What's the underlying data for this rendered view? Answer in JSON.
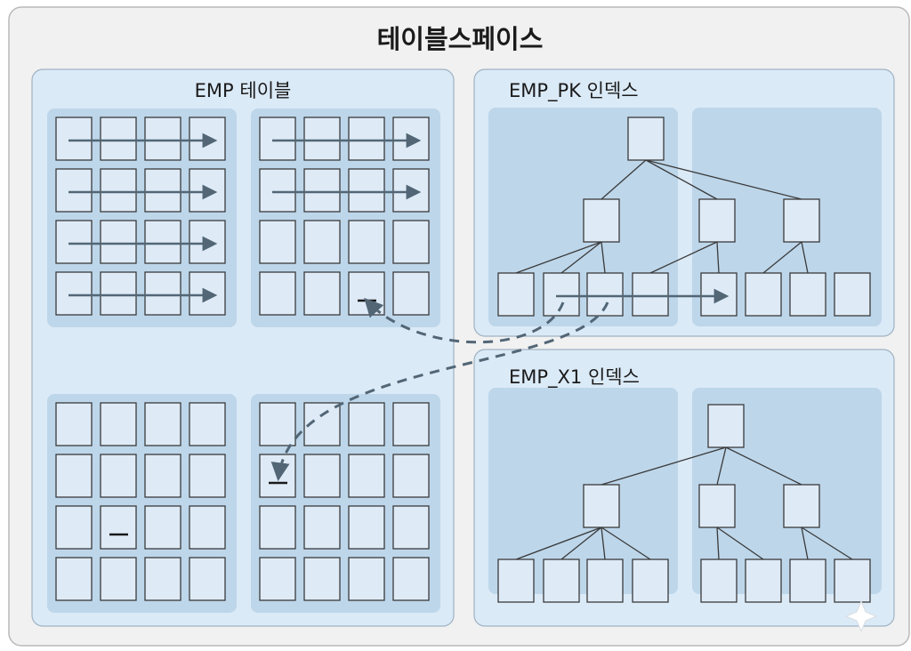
{
  "tablespace": {
    "title": "테이블스페이스"
  },
  "emp_table": {
    "title": "EMP 테이블",
    "extents": [
      {
        "id": "extent-1",
        "full_rows_with_arrows": 4,
        "marked_cell": null
      },
      {
        "id": "extent-2",
        "full_rows_with_arrows": 2,
        "marked_cell": {
          "row": 4,
          "col": 3
        }
      },
      {
        "id": "extent-3",
        "full_rows_with_arrows": 0,
        "marked_cell": {
          "row": 3,
          "col": 2
        }
      },
      {
        "id": "extent-4",
        "full_rows_with_arrows": 0,
        "marked_cell": {
          "row": 2,
          "col": 1
        }
      }
    ]
  },
  "emp_pk_index": {
    "title": "EMP_PK 인덱스",
    "tree": {
      "root": 1,
      "branches": 3,
      "leaves": 8,
      "leaf_fanout": [
        3,
        2,
        2
      ]
    },
    "scan_arrow": {
      "from_leaf": 2,
      "to_leaf": 5
    }
  },
  "emp_x1_index": {
    "title": "EMP_X1 인덱스",
    "tree": {
      "root": 1,
      "branches": 3,
      "leaves": 8,
      "leaf_fanout": [
        4,
        2,
        2
      ]
    }
  },
  "colors": {
    "outer_bg": "#f1f1f1",
    "segment_bg": "#dbeaf7",
    "extent_bg": "#bdd6ea",
    "block_fill": "#deebf7",
    "line": "#3a3a3a",
    "arrow": "#526676"
  }
}
